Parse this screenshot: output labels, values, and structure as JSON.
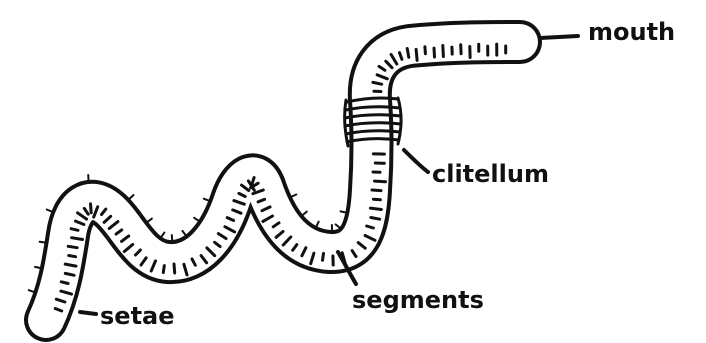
{
  "labels": {
    "mouth": "mouth",
    "clitellum": "clitellum",
    "segments": "segments",
    "setae": "setae"
  },
  "colors": {
    "ink": "#111111",
    "background": "#ffffff"
  }
}
